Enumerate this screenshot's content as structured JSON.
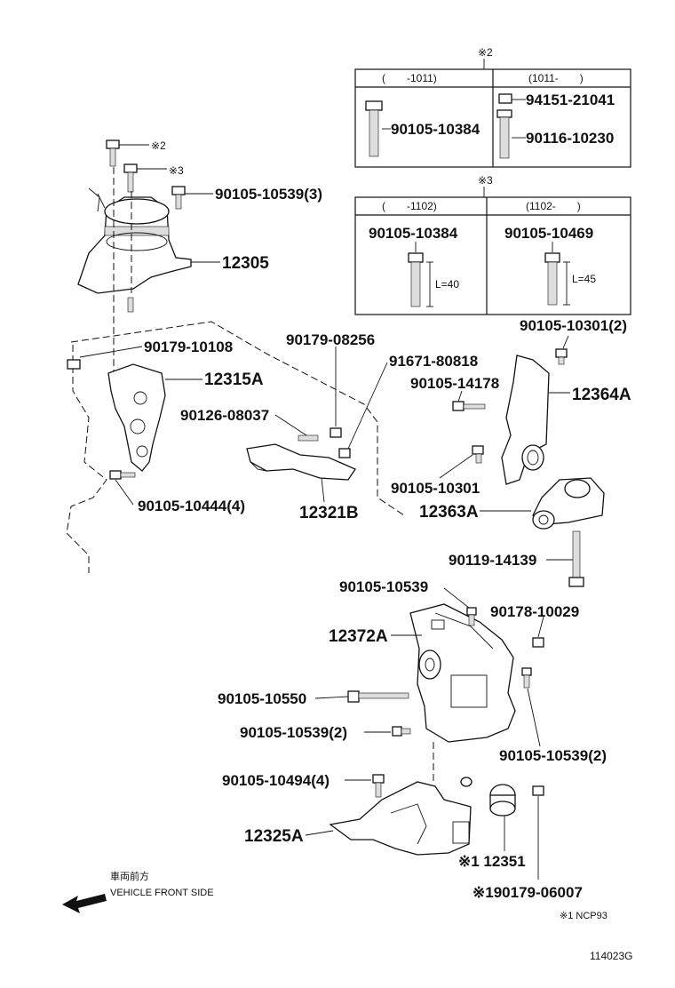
{
  "note_mark_2": "※2",
  "note_mark_3": "※3",
  "table_2": {
    "col1_header": "(　　-1011)",
    "col2_header": "(1011-　　)",
    "col1_part": "90105-10384",
    "col2_part_top": "94151-21041",
    "col2_part_bottom": "90116-10230"
  },
  "table_3": {
    "col1_header": "(　　-1102)",
    "col2_header": "(1102-　　)",
    "col1_part": "90105-10384",
    "col2_part": "90105-10469",
    "col1_length": "L=40",
    "col2_length": "L=45"
  },
  "labels": {
    "bolt_top_2": "※2",
    "bolt_top_3": "※3",
    "p_90105_10539_3": "90105-10539(3)",
    "p_12305": "12305",
    "p_90179_10108": "90179-10108",
    "p_12315A": "12315A",
    "p_90126_08037": "90126-08037",
    "p_90105_10444_4": "90105-10444(4)",
    "p_90179_08256": "90179-08256",
    "p_91671_80818": "91671-80818",
    "p_90105_14178": "90105-14178",
    "p_12321B": "12321B",
    "p_90105_10301_2": "90105-10301(2)",
    "p_12364A": "12364A",
    "p_90105_10301": "90105-10301",
    "p_12363A": "12363A",
    "p_90119_14139": "90119-14139",
    "p_90105_10539_a": "90105-10539",
    "p_90178_10029": "90178-10029",
    "p_12372A": "12372A",
    "p_90105_10550": "90105-10550",
    "p_90105_10539_2a": "90105-10539(2)",
    "p_90105_10539_2b": "90105-10539(2)",
    "p_90105_10494_4": "90105-10494(4)",
    "p_12325A": "12325A",
    "p_12351": "※1 12351",
    "p_90179_06007": "※190179-06007"
  },
  "direction_jp": "車両前方",
  "direction_en": "VEHICLE FRONT SIDE",
  "footnote": "※1 NCP93",
  "diagram_id": "114023G"
}
